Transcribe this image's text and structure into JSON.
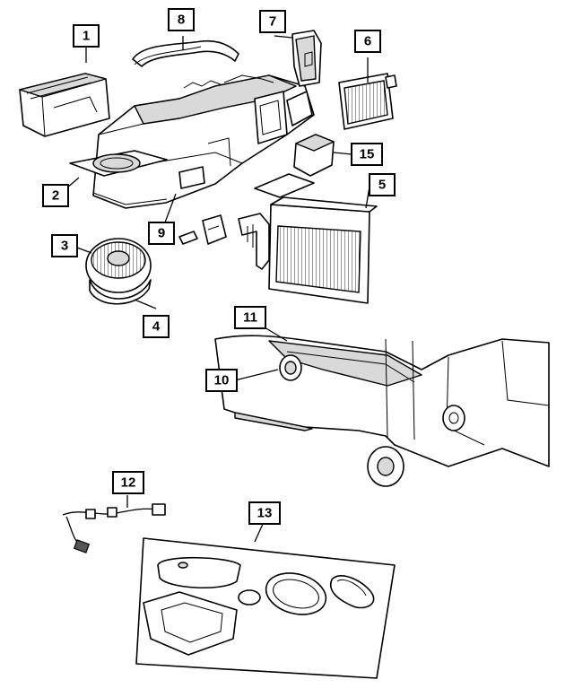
{
  "callouts": [
    {
      "label": "1"
    },
    {
      "label": "2"
    },
    {
      "label": "3"
    },
    {
      "label": "4"
    },
    {
      "label": "5"
    },
    {
      "label": "6"
    },
    {
      "label": "7"
    },
    {
      "label": "8"
    },
    {
      "label": "9"
    },
    {
      "label": "10"
    },
    {
      "label": "11"
    },
    {
      "label": "12"
    },
    {
      "label": "13"
    },
    {
      "label": "15"
    }
  ]
}
